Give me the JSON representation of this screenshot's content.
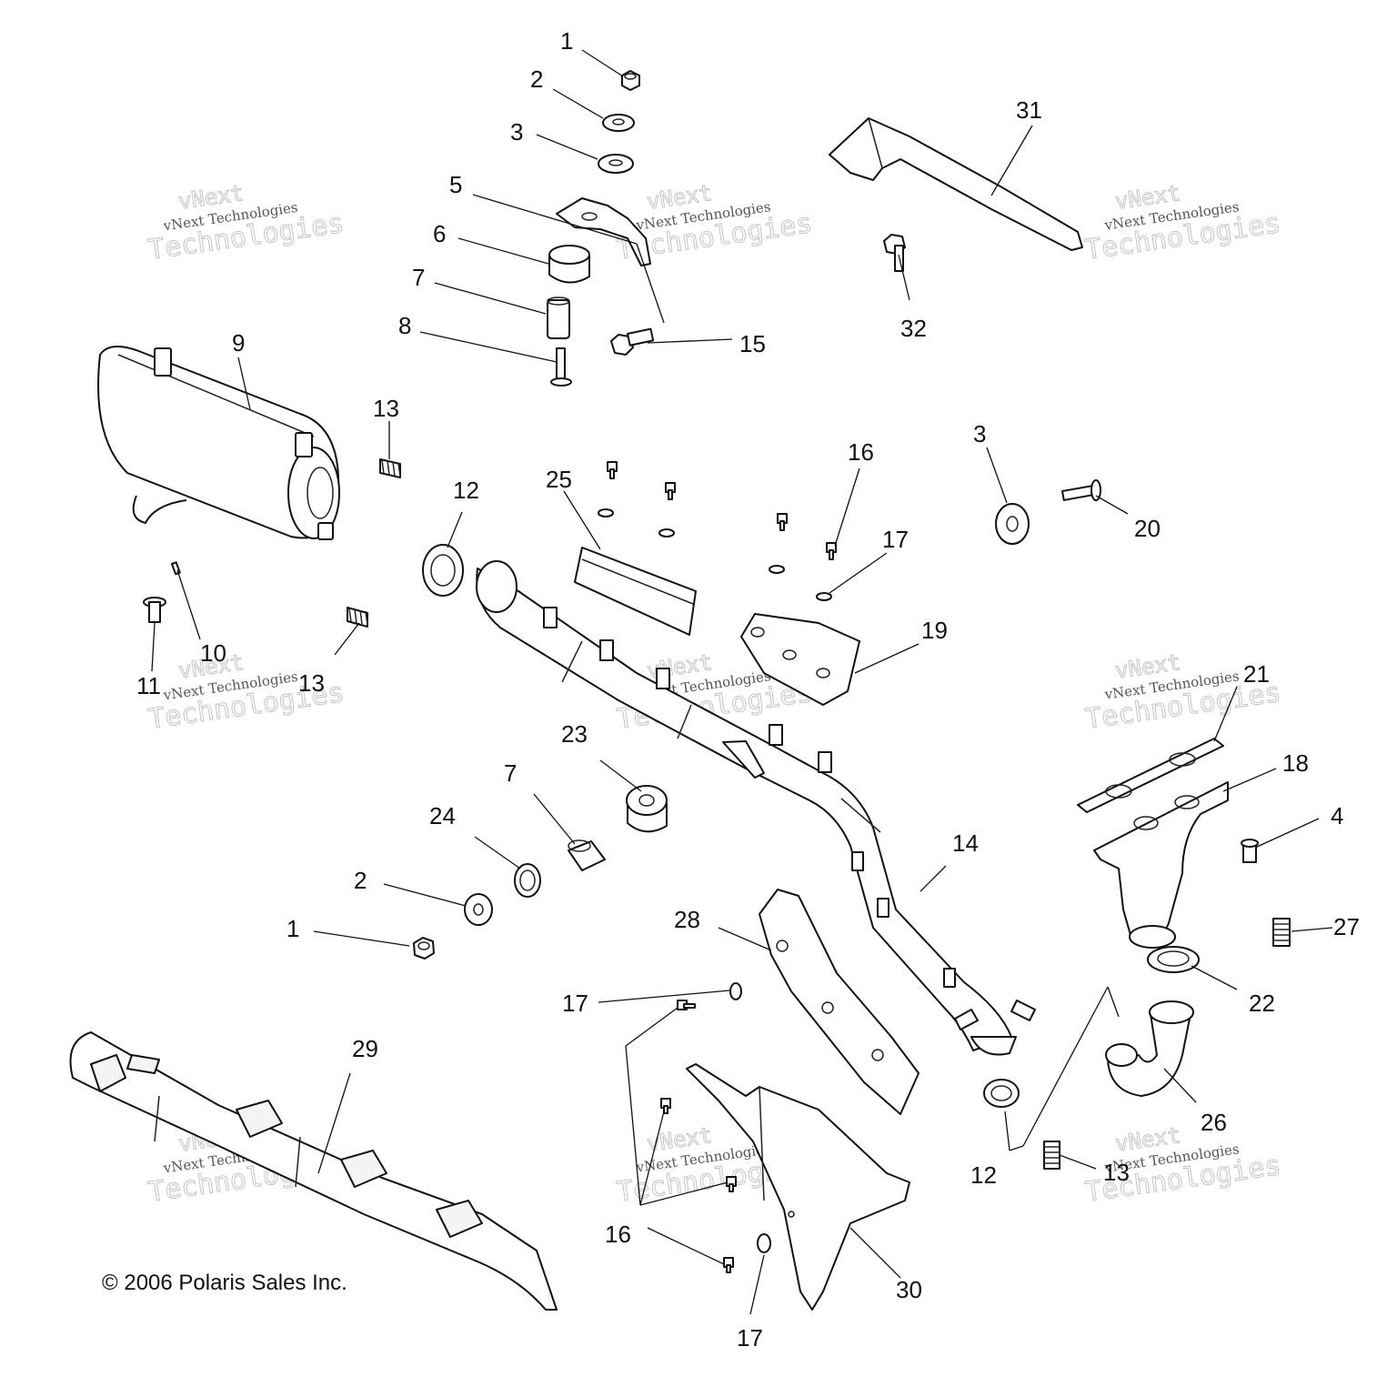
{
  "copyright": "© 2006 Polaris Sales Inc.",
  "watermark": {
    "line1": "vNext",
    "line2": "vNext Technologies",
    "line3": "Technologies"
  },
  "callouts": {
    "c1a": "1",
    "c2a": "2",
    "c3a": "3",
    "c5": "5",
    "c6": "6",
    "c7a": "7",
    "c8": "8",
    "c9": "9",
    "c10": "10",
    "c11": "11",
    "c12a": "12",
    "c13a": "13",
    "c13b": "13",
    "c14": "14",
    "c15": "15",
    "c16a": "16",
    "c17a": "17",
    "c3b": "3",
    "c20": "20",
    "c25": "25",
    "c19": "19",
    "c31": "31",
    "c32": "32",
    "c21": "21",
    "c18": "18",
    "c4": "4",
    "c27": "27",
    "c22": "22",
    "c26": "26",
    "c13c": "13",
    "c12b": "12",
    "c23": "23",
    "c7b": "7",
    "c24": "24",
    "c2b": "2",
    "c1b": "1",
    "c28": "28",
    "c17b": "17",
    "c29": "29",
    "c16b": "16",
    "c30": "30",
    "c17c": "17"
  },
  "colors": {
    "line": "#111111",
    "watermark": "#c4c4c4"
  }
}
